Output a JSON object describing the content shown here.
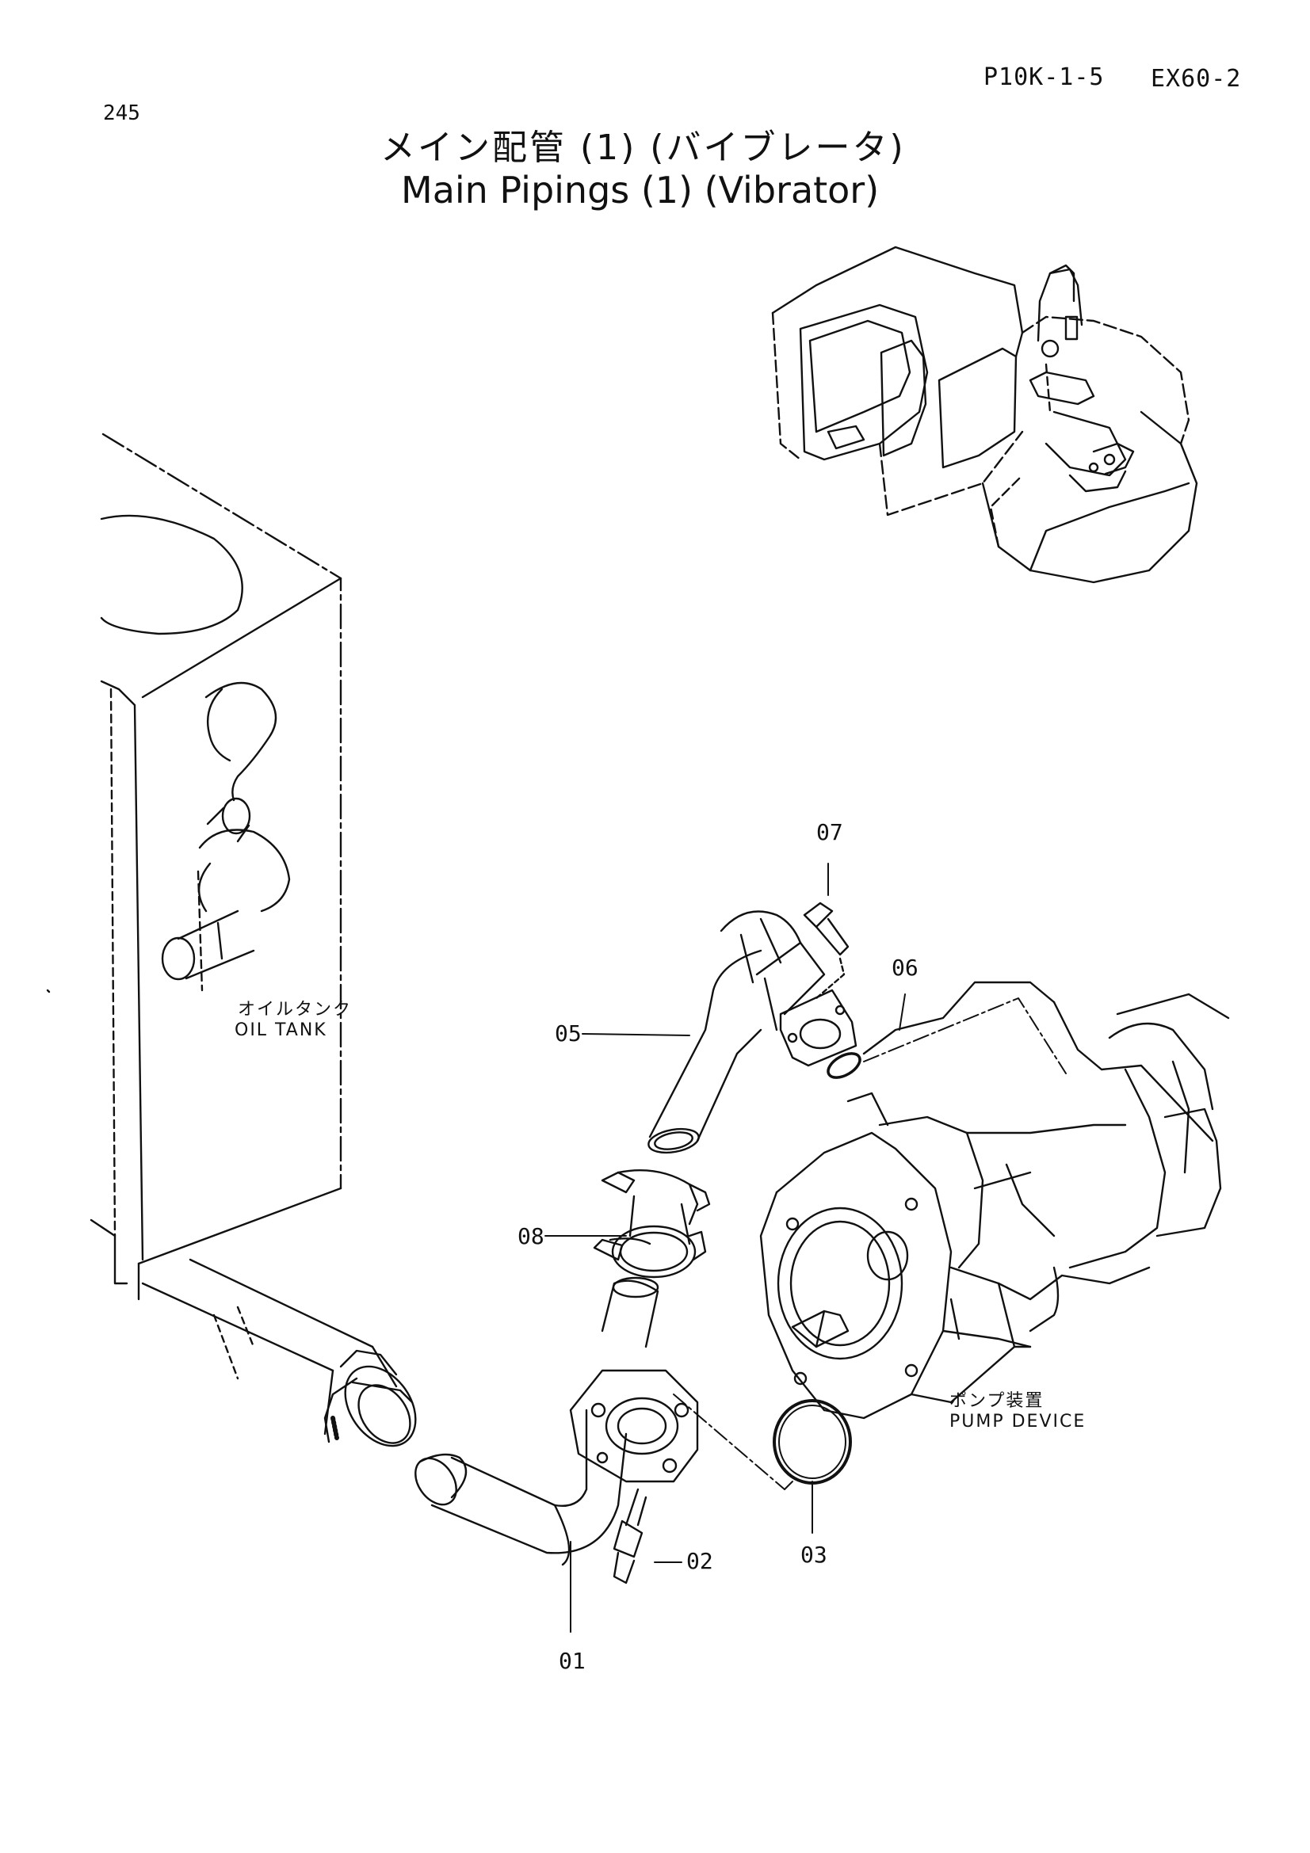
{
  "header": {
    "page_number": "245",
    "page_code": "P10K-1-5",
    "model_code": "EX60-2"
  },
  "title": {
    "japanese": "メイン配管 (1) (バイブレータ)",
    "english": "Main Pipings (1) (Vibrator)"
  },
  "components": {
    "oil_tank": {
      "label_jp": "オイルタンク",
      "label_en": "OIL TANK"
    },
    "pump_device": {
      "label_jp": "ポンプ装置",
      "label_en": "PUMP DEVICE"
    }
  },
  "callouts": [
    "01",
    "02",
    "03",
    "05",
    "06",
    "07",
    "08"
  ]
}
